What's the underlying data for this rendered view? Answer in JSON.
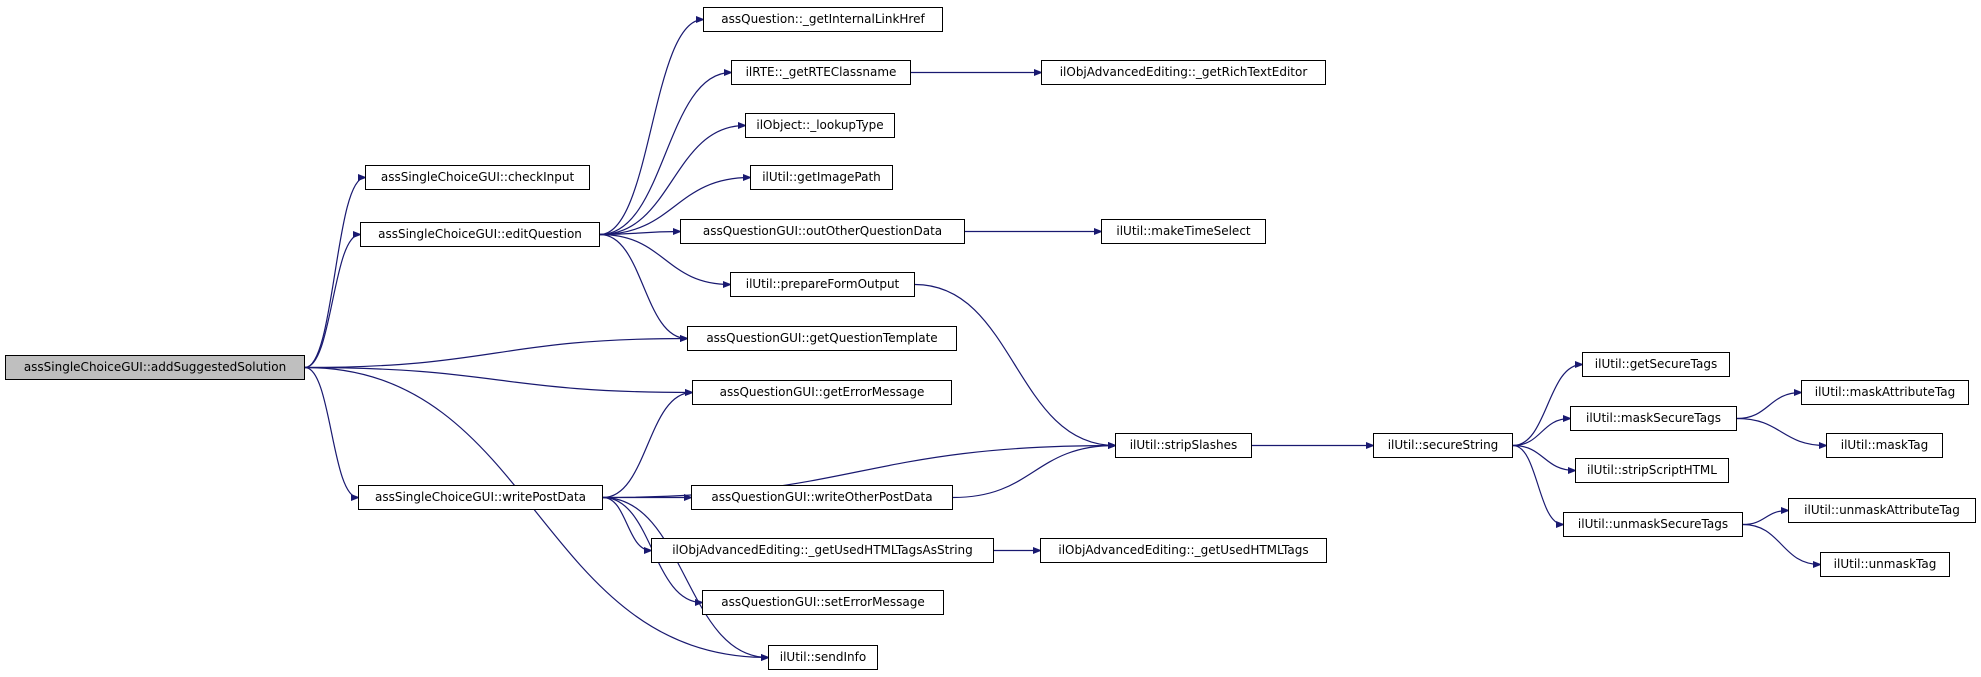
{
  "nodes": [
    {
      "id": "root",
      "label": "assSingleChoiceGUI::addSuggestedSolution",
      "root": true
    },
    {
      "id": "checkInput",
      "label": "assSingleChoiceGUI::checkInput"
    },
    {
      "id": "editQuestion",
      "label": "assSingleChoiceGUI::editQuestion"
    },
    {
      "id": "writePostData",
      "label": "assSingleChoiceGUI::writePostData"
    },
    {
      "id": "getInternalLinkHref",
      "label": "assQuestion::_getInternalLinkHref"
    },
    {
      "id": "getRTEClassname",
      "label": "ilRTE::_getRTEClassname"
    },
    {
      "id": "getRichTextEditor",
      "label": "ilObjAdvancedEditing::_getRichTextEditor"
    },
    {
      "id": "lookupType",
      "label": "ilObject::_lookupType"
    },
    {
      "id": "getImagePath",
      "label": "ilUtil::getImagePath"
    },
    {
      "id": "outOtherQuestionData",
      "label": "assQuestionGUI::outOtherQuestionData"
    },
    {
      "id": "makeTimeSelect",
      "label": "ilUtil::makeTimeSelect"
    },
    {
      "id": "prepareFormOutput",
      "label": "ilUtil::prepareFormOutput"
    },
    {
      "id": "getQuestionTemplate",
      "label": "assQuestionGUI::getQuestionTemplate"
    },
    {
      "id": "getErrorMessage",
      "label": "assQuestionGUI::getErrorMessage"
    },
    {
      "id": "stripSlashes",
      "label": "ilUtil::stripSlashes"
    },
    {
      "id": "writeOtherPostData",
      "label": "assQuestionGUI::writeOtherPostData"
    },
    {
      "id": "getUsedHTMLTagsAsString",
      "label": "ilObjAdvancedEditing::_getUsedHTMLTagsAsString"
    },
    {
      "id": "getUsedHTMLTags",
      "label": "ilObjAdvancedEditing::_getUsedHTMLTags"
    },
    {
      "id": "setErrorMessage",
      "label": "assQuestionGUI::setErrorMessage"
    },
    {
      "id": "sendInfo",
      "label": "ilUtil::sendInfo"
    },
    {
      "id": "secureString",
      "label": "ilUtil::secureString"
    },
    {
      "id": "getSecureTags",
      "label": "ilUtil::getSecureTags"
    },
    {
      "id": "maskSecureTags",
      "label": "ilUtil::maskSecureTags"
    },
    {
      "id": "maskAttributeTag",
      "label": "ilUtil::maskAttributeTag"
    },
    {
      "id": "maskTag",
      "label": "ilUtil::maskTag"
    },
    {
      "id": "stripScriptHTML",
      "label": "ilUtil::stripScriptHTML"
    },
    {
      "id": "unmaskSecureTags",
      "label": "ilUtil::unmaskSecureTags"
    },
    {
      "id": "unmaskAttributeTag",
      "label": "ilUtil::unmaskAttributeTag"
    },
    {
      "id": "unmaskTag",
      "label": "ilUtil::unmaskTag"
    }
  ],
  "edges": [
    [
      "root",
      "checkInput"
    ],
    [
      "root",
      "editQuestion"
    ],
    [
      "root",
      "getQuestionTemplate"
    ],
    [
      "root",
      "getErrorMessage"
    ],
    [
      "root",
      "writePostData"
    ],
    [
      "root",
      "sendInfo"
    ],
    [
      "editQuestion",
      "getInternalLinkHref"
    ],
    [
      "editQuestion",
      "getRTEClassname"
    ],
    [
      "editQuestion",
      "lookupType"
    ],
    [
      "editQuestion",
      "getImagePath"
    ],
    [
      "editQuestion",
      "outOtherQuestionData"
    ],
    [
      "editQuestion",
      "prepareFormOutput"
    ],
    [
      "editQuestion",
      "getQuestionTemplate"
    ],
    [
      "getRTEClassname",
      "getRichTextEditor"
    ],
    [
      "outOtherQuestionData",
      "makeTimeSelect"
    ],
    [
      "prepareFormOutput",
      "stripSlashes"
    ],
    [
      "writePostData",
      "getErrorMessage"
    ],
    [
      "writePostData",
      "stripSlashes"
    ],
    [
      "writePostData",
      "writeOtherPostData"
    ],
    [
      "writePostData",
      "getUsedHTMLTagsAsString"
    ],
    [
      "writePostData",
      "setErrorMessage"
    ],
    [
      "writePostData",
      "sendInfo"
    ],
    [
      "writeOtherPostData",
      "stripSlashes"
    ],
    [
      "getUsedHTMLTagsAsString",
      "getUsedHTMLTags"
    ],
    [
      "stripSlashes",
      "secureString"
    ],
    [
      "secureString",
      "getSecureTags"
    ],
    [
      "secureString",
      "maskSecureTags"
    ],
    [
      "secureString",
      "stripScriptHTML"
    ],
    [
      "secureString",
      "unmaskSecureTags"
    ],
    [
      "maskSecureTags",
      "maskAttributeTag"
    ],
    [
      "maskSecureTags",
      "maskTag"
    ],
    [
      "unmaskSecureTags",
      "unmaskAttributeTag"
    ],
    [
      "unmaskSecureTags",
      "unmaskTag"
    ]
  ],
  "colors": {
    "edge": "#191970",
    "root_fill": "#bfbfbf",
    "node_fill": "#ffffff",
    "border": "#000000"
  }
}
